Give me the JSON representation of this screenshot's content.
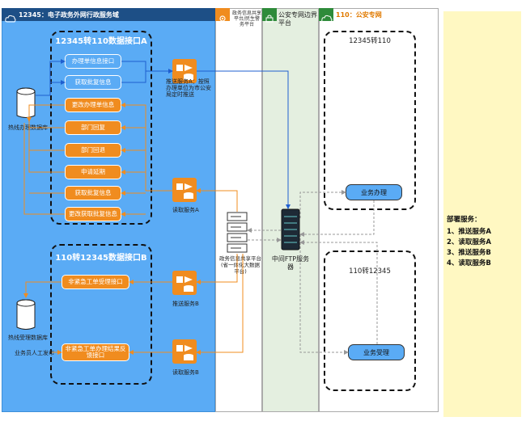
{
  "zones": {
    "left_title": "12345：电子政务外网行政服务域",
    "share_title": "政务信息共享平台/民生警务平台",
    "gov_title": "公安专网边界平台",
    "police_title": "110：公安专网"
  },
  "groups": {
    "a_title": "12345转110数据接口A",
    "b_title": "110转12345数据接口B",
    "police_top_title": "12345转110",
    "police_bottom_title": "110转12345"
  },
  "interfaces_a": [
    "办理单信息接口",
    "获取批复信息",
    "更改办理单信息",
    "部门回复",
    "部门回退",
    "申请延期",
    "获取批复信息",
    "更改获取批复信息"
  ],
  "interfaces_b": [
    "非紧急工单受理接口",
    "非紧急工单办理结果反馈接口"
  ],
  "db": {
    "hotline": "热线办理数据库",
    "hotline2": "热线受理数据库",
    "manual": "业务员人工发布"
  },
  "services": {
    "push_a": "推送服务A：按照办理单位为市公安局定时推送",
    "read_a": "读取服务A",
    "push_b": "推送服务B",
    "read_b": "读取服务B",
    "share_server": "政务信息共享平台(省一体化大数据平台)",
    "ftp_server": "中间FTP服务器"
  },
  "police": {
    "handle": "业务办理",
    "accept": "业务受理"
  },
  "deploy": {
    "title": "部署服务：",
    "items": [
      "1、推送服务A",
      "2、读取服务A",
      "3、推送服务B",
      "4、读取服务B"
    ]
  },
  "colors": {
    "blue_zone": "#5aabf5",
    "orange": "#f08c1f",
    "green_zone": "#e4efe0",
    "yellow_note": "#fff8c2",
    "arrow_blue": "#1f5fd0",
    "arrow_orange": "#f08c1f"
  }
}
